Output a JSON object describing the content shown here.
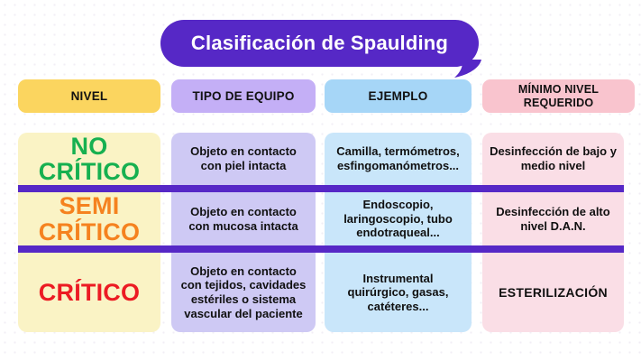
{
  "title": "Clasificación de Spaulding",
  "colors": {
    "bubble_purple": "#5628C6",
    "divider_purple": "#5628C6",
    "header_yellow": "#FBD55F",
    "header_lavender": "#C4AFF6",
    "header_blue": "#A6D6F7",
    "header_pink": "#F9C4CE",
    "column_yellow": "#FAF3C5",
    "column_lavender": "#CEC9F4",
    "column_blue": "#C9E6FA",
    "column_pink": "#FADEE6",
    "level_no_critico_green": "#16B050",
    "level_semi_critico_orange": "#F5821F",
    "level_critico_red": "#EC1B23"
  },
  "table": {
    "headers": [
      {
        "label": "NIVEL"
      },
      {
        "label": "TIPO DE EQUIPO"
      },
      {
        "label": "EJEMPLO"
      },
      {
        "label": "MÍNIMO NIVEL REQUERIDO"
      }
    ],
    "rows": [
      {
        "nivel": "NO CRÍTICO",
        "tipo": "Objeto en contacto con piel intacta",
        "ejemplo": "Camilla, termómetros, esfingomanómetros...",
        "minimo": "Desinfección de bajo y medio nivel"
      },
      {
        "nivel": "SEMI CRÍTICO",
        "tipo": "Objeto en contacto con mucosa intacta",
        "ejemplo": "Endoscopio, laringoscopio, tubo endotraqueal...",
        "minimo": "Desinfección de alto nivel D.A.N."
      },
      {
        "nivel": "CRÍTICO",
        "tipo": "Objeto en contacto con tejidos, cavidades estériles o sistema vascular del paciente",
        "ejemplo": "Instrumental quirúrgico, gasas, catéteres...",
        "minimo": "ESTERILIZACIÓN"
      }
    ]
  }
}
